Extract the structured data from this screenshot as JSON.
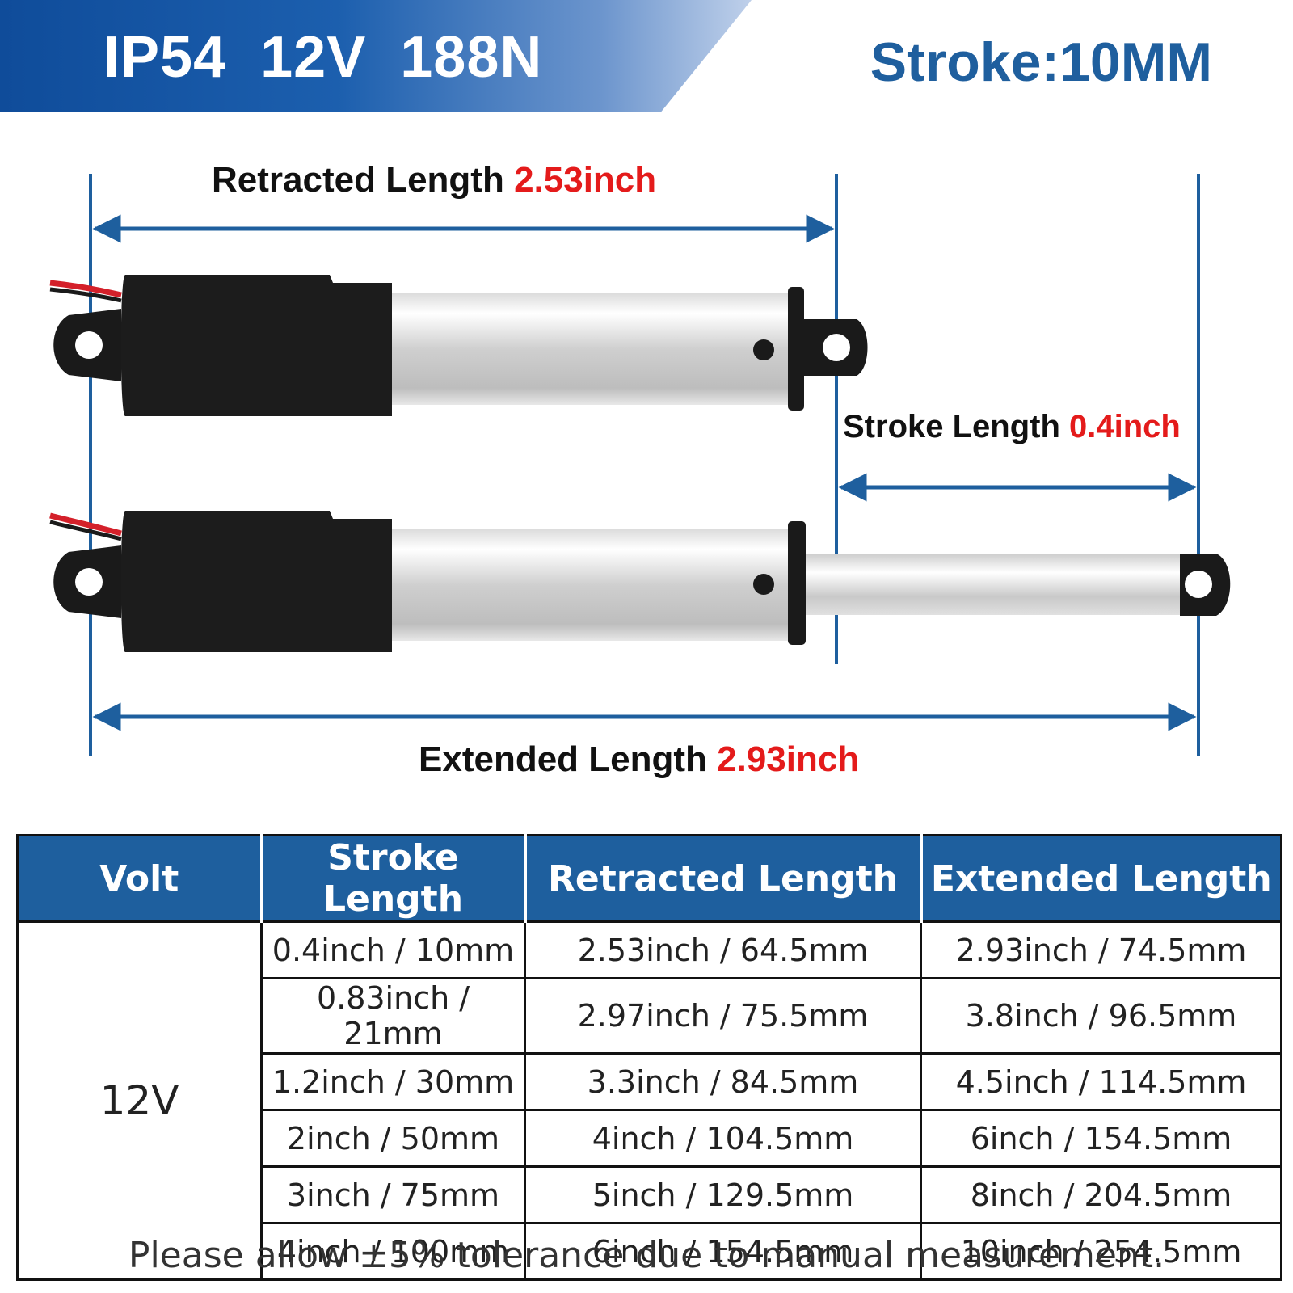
{
  "header": {
    "specs": "IP54  12V  188N",
    "stroke": "Stroke:10MM"
  },
  "diagram": {
    "retracted": {
      "label": "Retracted Length",
      "value": "2.53inch"
    },
    "stroke": {
      "label": "Stroke Length",
      "value": "0.4inch"
    },
    "extended": {
      "label": "Extended Length",
      "value": "2.93inch"
    },
    "colors": {
      "dimension": "#1e5f9e",
      "value": "#e41b1b",
      "body": "#1a1a1a",
      "wire": "#d4202a"
    }
  },
  "table": {
    "headers": [
      "Volt",
      "Stroke Length",
      "Retracted Length",
      "Extended Length"
    ],
    "volt": "12V",
    "rows": [
      [
        "0.4inch / 10mm",
        "2.53inch / 64.5mm",
        "2.93inch / 74.5mm"
      ],
      [
        "0.83inch / 21mm",
        "2.97inch / 75.5mm",
        "3.8inch / 96.5mm"
      ],
      [
        "1.2inch / 30mm",
        "3.3inch / 84.5mm",
        "4.5inch / 114.5mm"
      ],
      [
        "2inch / 50mm",
        "4inch / 104.5mm",
        "6inch / 154.5mm"
      ],
      [
        "3inch / 75mm",
        "5inch / 129.5mm",
        "8inch / 204.5mm"
      ],
      [
        "4inch / 100mm",
        "6inch / 154.5mm",
        "10inch / 254.5mm"
      ]
    ]
  },
  "note": "Please allow ±5% tolerance due to manual measurement."
}
